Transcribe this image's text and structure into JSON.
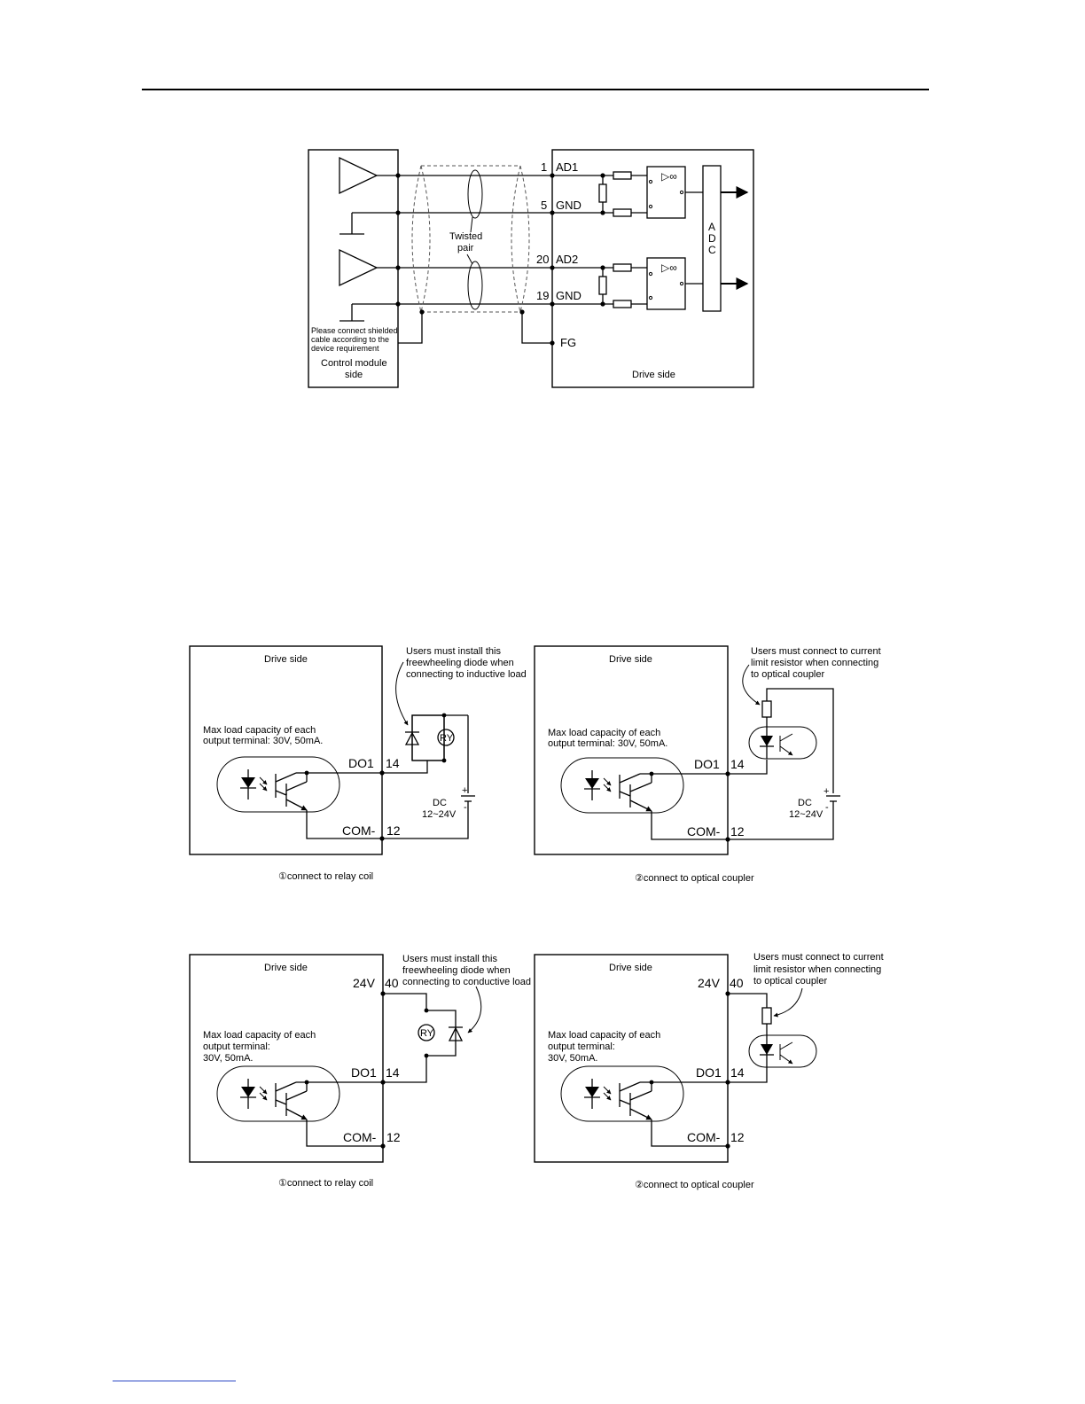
{
  "page": {
    "rule_color": "#000000"
  },
  "analog_diagram": {
    "control_label_1": "Control module",
    "control_label_2": "side",
    "shield_note_1": "Please connect shielded",
    "shield_note_2": "cable according to the",
    "shield_note_3": "device requirement",
    "twisted_1": "Twisted",
    "twisted_2": "pair",
    "pins": [
      {
        "num": "1",
        "name": "AD1"
      },
      {
        "num": "5",
        "name": "GND"
      },
      {
        "num": "20",
        "name": "AD2"
      },
      {
        "num": "19",
        "name": "GND"
      }
    ],
    "fg_label": "FG",
    "adc_letters": [
      "A",
      "D",
      "C"
    ],
    "opamp_symbol": "▷∞",
    "drive_label": "Drive side"
  },
  "output_diagrams": [
    {
      "drive_label": "Drive side",
      "capacity_1": "Max load capacity of each",
      "capacity_2": "output terminal: 30V, 50mA.",
      "do_label": "DO1",
      "do_pin": "14",
      "com_label": "COM-",
      "com_pin": "12",
      "note_1": "Users must install this",
      "note_2": "freewheeling diode when",
      "note_3": "connecting to inductive load",
      "relay_label": "RY",
      "dc_label": "DC",
      "dc_range": "12~24V",
      "plus": "+",
      "minus": "-",
      "caption": "①connect to relay coil"
    },
    {
      "drive_label": "Drive side",
      "capacity_1": "Max load capacity of each",
      "capacity_2": "output terminal: 30V, 50mA.",
      "do_label": "DO1",
      "do_pin": "14",
      "com_label": "COM-",
      "com_pin": "12",
      "note_1": "Users must connect to current",
      "note_2": "limit resistor when connecting",
      "note_3": "to optical coupler",
      "dc_label": "DC",
      "dc_range": "12~24V",
      "plus": "+",
      "minus": "-",
      "caption": "②connect to optical coupler"
    },
    {
      "drive_label": "Drive side",
      "v_label": "24V",
      "v_pin": "40",
      "capacity_1": "Max load capacity of each",
      "capacity_2": "output terminal:",
      "capacity_3": "30V, 50mA.",
      "do_label": "DO1",
      "do_pin": "14",
      "com_label": "COM-",
      "com_pin": "12",
      "note_1": "Users must install this",
      "note_2": "freewheeling diode when",
      "note_3": "connecting to conductive load",
      "relay_label": "RY",
      "caption": "①connect to relay coil"
    },
    {
      "drive_label": "Drive side",
      "v_label": "24V",
      "v_pin": "40",
      "capacity_1": "Max load capacity of each",
      "capacity_2": "output terminal:",
      "capacity_3": "30V, 50mA.",
      "do_label": "DO1",
      "do_pin": "14",
      "com_label": "COM-",
      "com_pin": "12",
      "note_1": "Users must connect to current",
      "note_2": "limit resistor when connecting",
      "note_3": "to optical coupler",
      "caption": "②connect to optical coupler"
    }
  ]
}
